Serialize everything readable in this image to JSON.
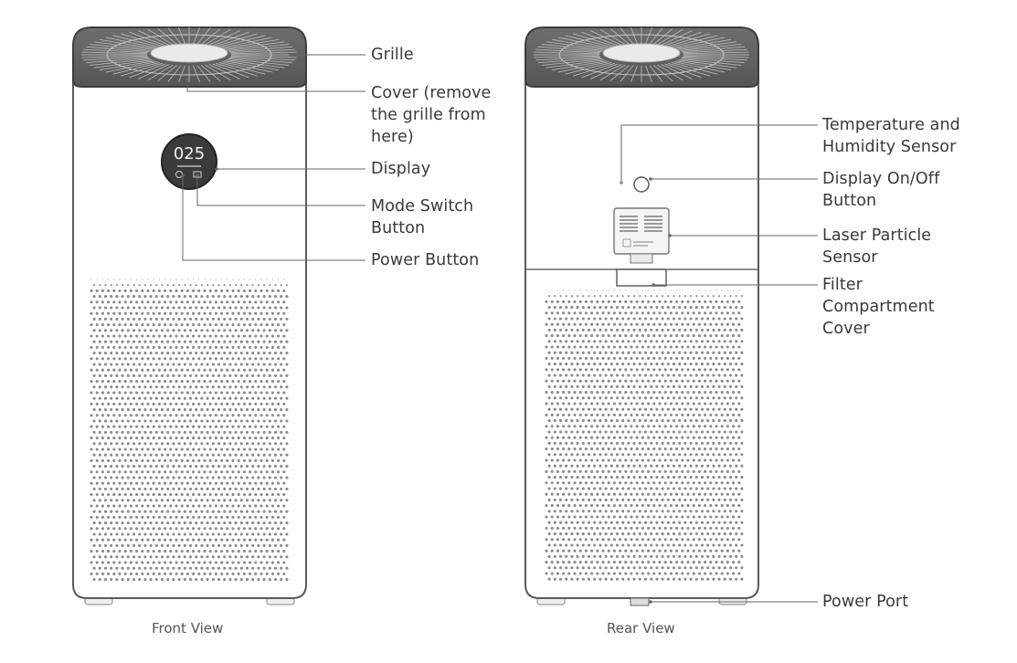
{
  "front_view": {
    "caption": "Front View",
    "display_reading": "025",
    "labels": {
      "grille": "Grille",
      "cover": [
        "Cover (remove",
        "the grille from",
        "here)"
      ],
      "display": "Display",
      "mode_switch": [
        "Mode Switch",
        "Button"
      ],
      "power_button": "Power Button"
    }
  },
  "rear_view": {
    "caption": "Rear View",
    "labels": {
      "temp_humidity": [
        "Temperature and",
        "Humidity Sensor"
      ],
      "display_onoff": [
        "Display On/Off",
        "Button"
      ],
      "laser_sensor": [
        "Laser Particle",
        "Sensor"
      ],
      "filter_cover": [
        "Filter",
        "Compartment",
        "Cover"
      ],
      "power_port": "Power Port"
    }
  }
}
